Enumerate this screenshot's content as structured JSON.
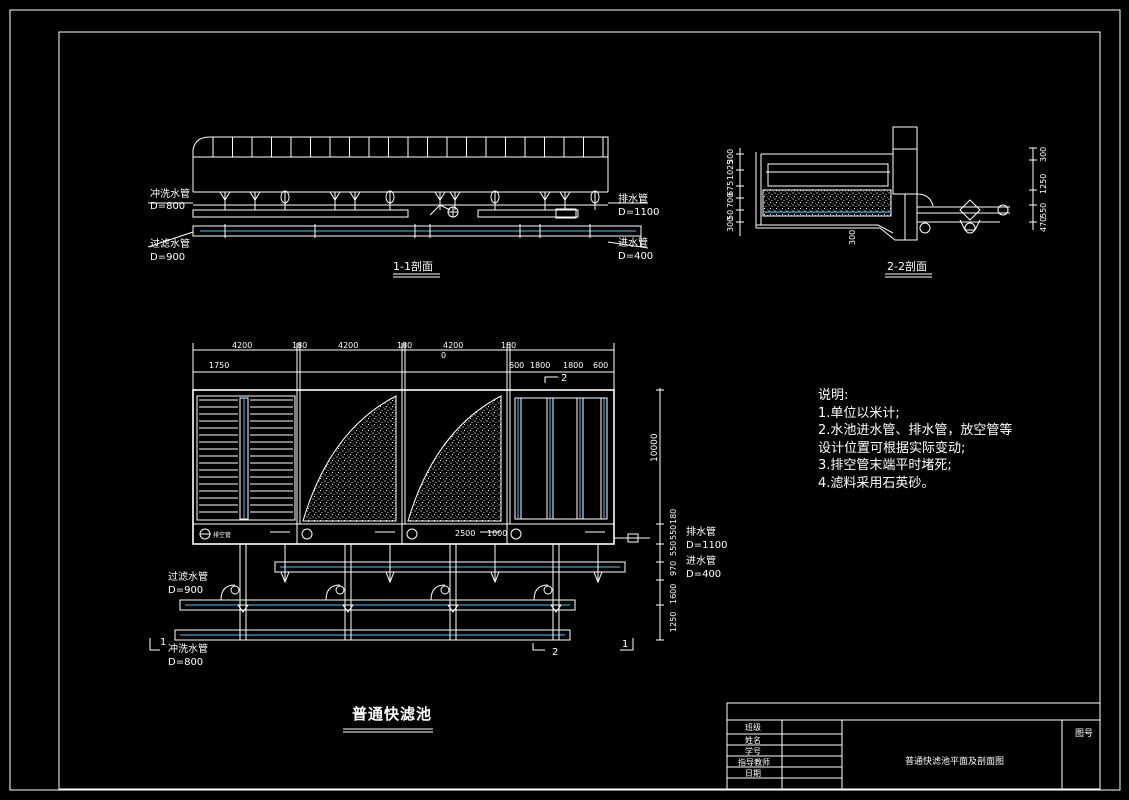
{
  "drawing_title": "普通快滤池",
  "notes": {
    "heading": "说明:",
    "items": [
      "1.单位以米计;",
      "2.水池进水管、排水管，放空管等",
      "设计位置可根据实际变动;",
      "3.排空管末端平时堵死;",
      "4.滤料采用石英砂。"
    ]
  },
  "section_1": {
    "caption": "1-1剖面",
    "left_top_label": "冲洗水管",
    "left_top_dia": "D=800",
    "left_bottom_label": "过滤水管",
    "left_bottom_dia": "D=900",
    "right_top_label": "排水管",
    "right_top_dia": "D=1100",
    "right_bottom_label": "进水管",
    "right_bottom_dia": "D=400"
  },
  "section_2": {
    "caption": "2-2剖面",
    "left_dims": [
      "300",
      "1025",
      "675",
      "700",
      "50",
      "300"
    ],
    "right_dims": [
      "300",
      "1250",
      "550",
      "470"
    ],
    "bottom_dim": "300"
  },
  "plan": {
    "top_dims": [
      "4200",
      "180",
      "4200",
      "180",
      "4200",
      "180"
    ],
    "sub_dims": [
      "1750",
      "600",
      "1800",
      "1800",
      "600"
    ],
    "mid_mark": "0",
    "height_dim": "10000",
    "bottom_dims": [
      "2500",
      "1000"
    ],
    "right_dims": [
      "180",
      "550",
      "550",
      "970",
      "1600",
      "1250"
    ],
    "label_drain": "排水管",
    "label_drain_dia": "D=1100",
    "label_inlet": "进水管",
    "label_inlet_dia": "D=400",
    "label_filter": "过滤水管",
    "label_filter_dia": "D=900",
    "label_wash": "冲洗水管",
    "label_wash_dia": "D=800",
    "section_mark_1": "1",
    "section_mark_2": "2",
    "small_label": "排空管"
  },
  "title_block": {
    "rows": [
      "班级",
      "姓名",
      "学号",
      "指导教师",
      "日期"
    ],
    "drawing_name": "普通快滤池平面及剖面图",
    "sheet_no_label": "图号"
  }
}
